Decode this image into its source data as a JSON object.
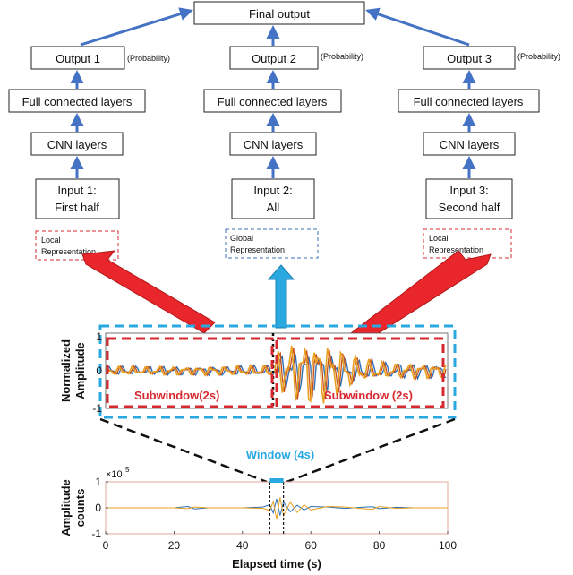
{
  "top": {
    "final_output": "Final output"
  },
  "branches": [
    {
      "output": "Output 1",
      "prob": "(Probability)",
      "fc": "Full connected layers",
      "cnn": "CNN layers",
      "input_line1": "Input 1:",
      "input_line2": "First half",
      "rep_line1": "Local",
      "rep_line2": "Representation",
      "rep_color": "#d7282f"
    },
    {
      "output": "Output 2",
      "prob": "(Probability)",
      "fc": "Full connected layers",
      "cnn": "CNN layers",
      "input_line1": "Input 2:",
      "input_line2": "All",
      "rep_line1": "Global",
      "rep_line2": "Representation",
      "rep_color": "#3a6fb0"
    },
    {
      "output": "Output 3",
      "prob": "(Probability)",
      "fc": "Full connected layers",
      "cnn": "CNN layers",
      "input_line1": "Input 3:",
      "input_line2": "Second half",
      "rep_line1": "Local",
      "rep_line2": "Representation",
      "rep_color": "#d7282f"
    }
  ],
  "colors": {
    "flow_arrow": "#4472c4",
    "red_arrow": "#e8262b",
    "window_box": "#29a9e0",
    "subwindow_box": "#d7282f",
    "trace_blue": "#2e6fb5",
    "trace_orange": "#e8a020",
    "trace_dark_orange": "#c8501a"
  },
  "window_plot": {
    "ylabel_line1": "Normalized",
    "ylabel_line2": "Amplitude",
    "yticks": [
      "1",
      "0",
      "-1"
    ],
    "subwindow_left": "Subwindow(2s)",
    "subwindow_right": "Subwindow (2s)"
  },
  "window_label": "Window (4s)",
  "chart_data": {
    "type": "line",
    "xlabel": "Elapsed time (s)",
    "ylabel": "Amplitude counts",
    "ylabel_line1": "Amplitude",
    "ylabel_line2": "counts",
    "exponent_label": "×10",
    "exponent_power": "5",
    "xlim": [
      0,
      100
    ],
    "ylim": [
      -1,
      1
    ],
    "xticks": [
      0,
      20,
      40,
      60,
      80,
      100
    ],
    "yticks": [
      1,
      0,
      -1
    ],
    "xtick_labels": [
      "0",
      "20",
      "40",
      "60",
      "80",
      "100"
    ],
    "ytick_labels": [
      "1",
      "0",
      "-1"
    ],
    "window_range": [
      48,
      52
    ],
    "series": [
      {
        "color": "#2e6fb5",
        "x": [
          0,
          10,
          20,
          24,
          26,
          30,
          40,
          46,
          48,
          49,
          50,
          51,
          52,
          54,
          56,
          58,
          60,
          65,
          70,
          75,
          78,
          80,
          85,
          90,
          100
        ],
        "y": [
          0,
          0,
          0,
          0.05,
          -0.04,
          0,
          0,
          0.03,
          0.12,
          -0.2,
          0.35,
          -0.3,
          0.22,
          -0.15,
          0.1,
          -0.08,
          0.05,
          0.03,
          -0.02,
          0.02,
          0.04,
          -0.03,
          0.02,
          0,
          0
        ]
      },
      {
        "color": "#e8a020",
        "x": [
          0,
          10,
          20,
          24,
          26,
          30,
          40,
          46,
          48,
          49,
          50,
          51,
          52,
          54,
          56,
          58,
          60,
          65,
          70,
          75,
          78,
          80,
          85,
          90,
          100
        ],
        "y": [
          0,
          0,
          0,
          -0.03,
          0.03,
          0,
          0,
          -0.02,
          -0.1,
          0.25,
          -0.45,
          0.4,
          -0.3,
          0.22,
          -0.18,
          0.12,
          -0.08,
          0.05,
          0.03,
          -0.03,
          -0.06,
          0.05,
          -0.02,
          0,
          0
        ]
      }
    ]
  }
}
